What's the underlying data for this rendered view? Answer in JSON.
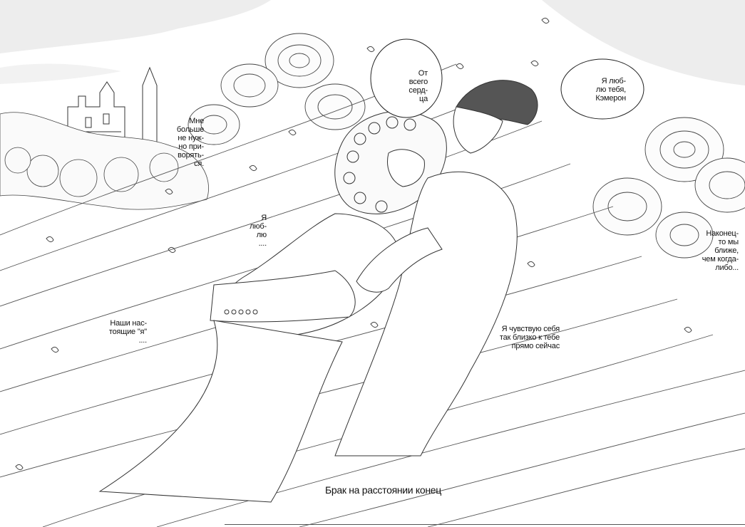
{
  "speech": {
    "no_longer_need": "Мне\nбольше\nне нуж-\nно при-\nворять-\nся.",
    "i_love_you_left": "Я\nлюб-\nлю\n....",
    "our_real_selves": "Наши нас-\nтоящие \"я\"\n....",
    "with_all_heart": "От\nвсего\nсерд-\nца",
    "i_love_you_cameron": "Я люб-\nлю тебя,\nКэмерон",
    "finally": "Наконец-\nто мы\nближе,\nчем когда-\nлибо...",
    "feel_close": "Я чувствую себя\nтак близко к тебе\nпрямо сейчас"
  },
  "caption": "Брак на расстоянии конец",
  "colors": {
    "ink": "#111111",
    "paper": "#ffffff"
  }
}
